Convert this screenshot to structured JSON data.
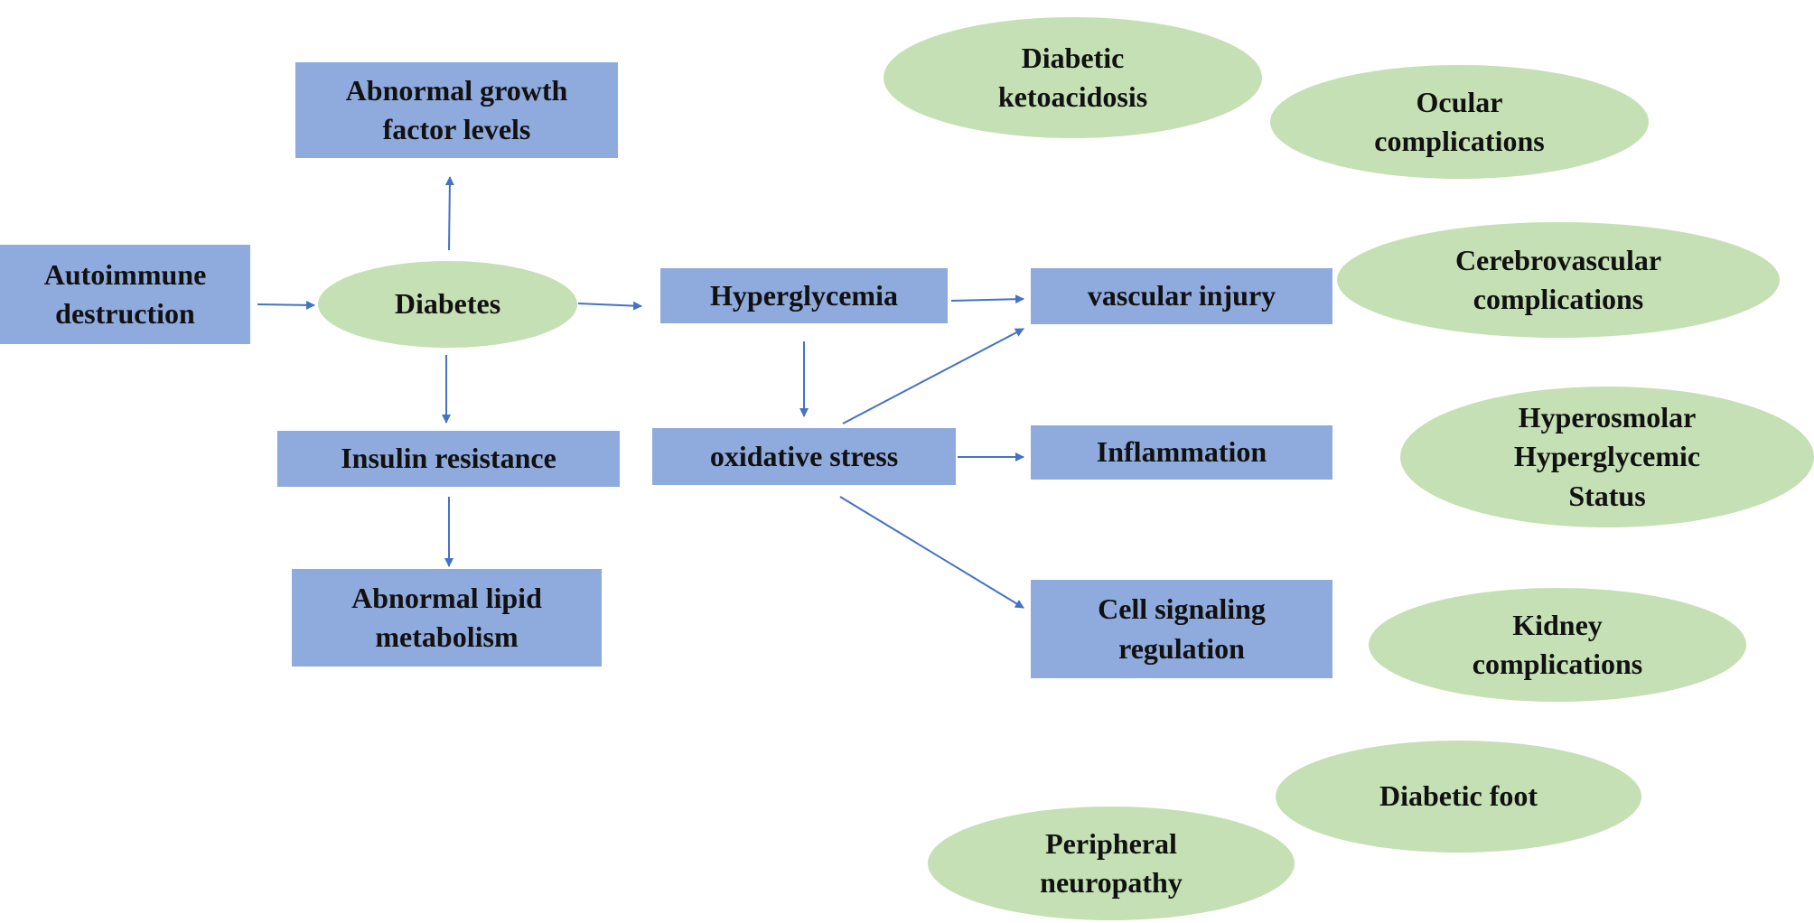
{
  "diagram": {
    "nodes": {
      "autoimmune": "Autoimmune\ndestruction",
      "diabetes": "Diabetes",
      "growth": "Abnormal  growth\nfactor levels",
      "insulin": "Insulin  resistance",
      "lipid": "Abnormal  lipid\nmetabolism",
      "hyperglycemia": "Hyperglycemia",
      "oxidative": "oxidative  stress",
      "vascular": "vascular  injury",
      "inflammation": "Inflammation",
      "cellsignal": "Cell  signaling\nregulation",
      "ketoacidosis": "Diabetic\nketoacidosis",
      "ocular": "Ocular\ncomplications",
      "cerebro": "Cerebrovascular\ncomplications",
      "hyperosmolar": "Hyperosmolar\nHyperglycemic\nStatus",
      "kidney": "Kidney\ncomplications",
      "foot": "Diabetic foot",
      "neuropathy": "Peripheral\nneuropathy"
    },
    "colors": {
      "box_fill": "#8faadc",
      "ellipse_fill": "#c5e0b4",
      "arrow": "#4472c4",
      "text": "#111111"
    },
    "edges": [
      {
        "from": "autoimmune",
        "to": "diabetes"
      },
      {
        "from": "diabetes",
        "to": "growth"
      },
      {
        "from": "diabetes",
        "to": "insulin"
      },
      {
        "from": "insulin",
        "to": "lipid"
      },
      {
        "from": "diabetes",
        "to": "hyperglycemia"
      },
      {
        "from": "hyperglycemia",
        "to": "vascular"
      },
      {
        "from": "hyperglycemia",
        "to": "oxidative"
      },
      {
        "from": "oxidative",
        "to": "vascular"
      },
      {
        "from": "oxidative",
        "to": "inflammation"
      },
      {
        "from": "oxidative",
        "to": "cellsignal"
      }
    ]
  }
}
